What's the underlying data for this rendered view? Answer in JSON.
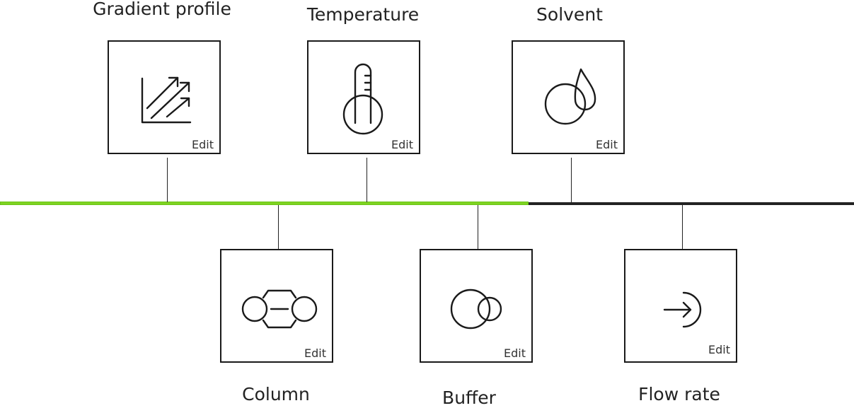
{
  "track": {
    "progress_color": "#7ed321",
    "rest_color": "#222222"
  },
  "steps": [
    {
      "label": "Gradient profile",
      "edit": "Edit",
      "icon": "gradient-chart-icon",
      "position": "top"
    },
    {
      "label": "Column",
      "edit": "Edit",
      "icon": "column-icon",
      "position": "bottom"
    },
    {
      "label": "Temperature",
      "edit": "Edit",
      "icon": "thermometer-icon",
      "position": "top"
    },
    {
      "label": "Buffer",
      "edit": "Edit",
      "icon": "buffer-icon",
      "position": "bottom"
    },
    {
      "label": "Solvent",
      "edit": "Edit",
      "icon": "solvent-drop-icon",
      "position": "top"
    },
    {
      "label": "Flow rate",
      "edit": "Edit",
      "icon": "flow-rate-icon",
      "position": "bottom"
    }
  ]
}
